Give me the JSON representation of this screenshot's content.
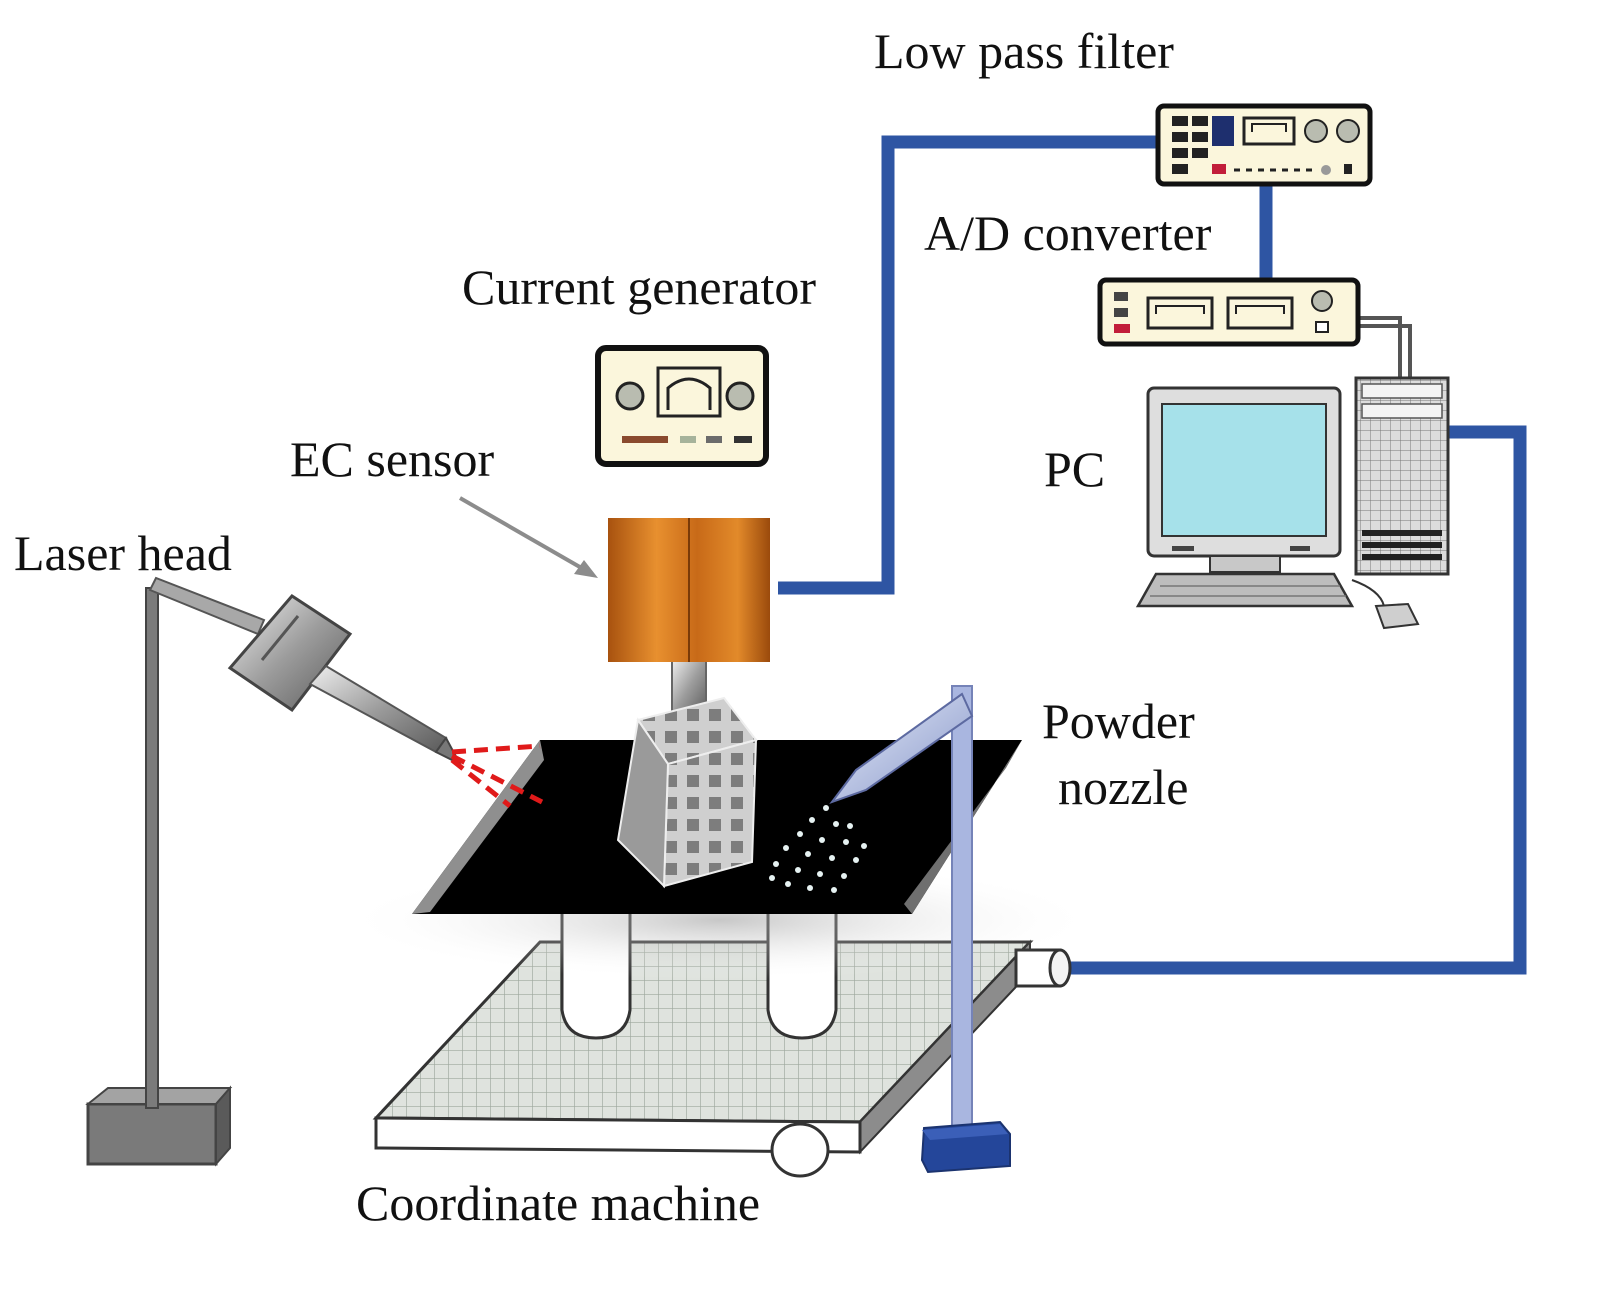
{
  "labels": {
    "low_pass_filter": "Low pass filter",
    "ad_converter": "A/D converter",
    "current_generator": "Current generator",
    "ec_sensor": "EC sensor",
    "pc": "PC",
    "laser_head": "Laser head",
    "powder_nozzle_line1": "Powder",
    "powder_nozzle_line2": "nozzle",
    "coordinate_machine": "Coordinate machine"
  },
  "colors": {
    "cable": "#2e55a3",
    "sensor_copper": "#d97a22",
    "device_panel": "#fbf6dc",
    "monitor_screen": "#a6e1ea",
    "build_plate": "#000000",
    "grid_mesh": "#d7dcd6",
    "laser_beam": "#e01a1a",
    "nozzle_pole": "#a9b6e0",
    "nozzle_base": "#24469a",
    "stand_base": "#7a7a7a"
  }
}
